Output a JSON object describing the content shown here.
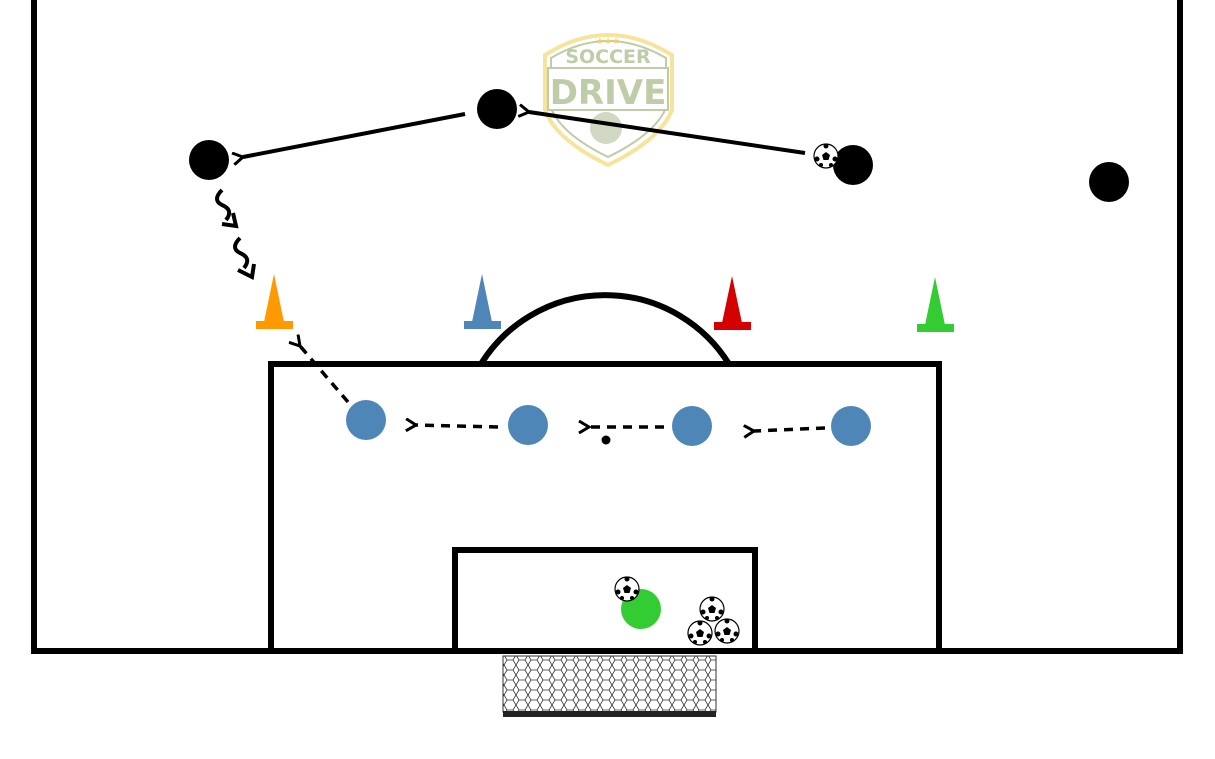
{
  "diagram": {
    "logo": {
      "line1": "SOCCER",
      "line2": "DRIVE",
      "stars": "★★★"
    },
    "colors": {
      "lines": "#000000",
      "attacker": "#000000",
      "defender": "#4f86b8",
      "goalkeeper": "#33cc33",
      "cone_orange": "#ff9900",
      "cone_blue": "#4f86b8",
      "cone_red": "#d40000",
      "cone_green": "#33cc33",
      "logo_green": "#b3c49a",
      "logo_gold": "#f5e08a"
    },
    "players": {
      "attackers": 4,
      "defenders": 4,
      "goalkeepers": 1
    },
    "cones": [
      "orange",
      "blue",
      "red",
      "green"
    ],
    "balls": 5
  }
}
